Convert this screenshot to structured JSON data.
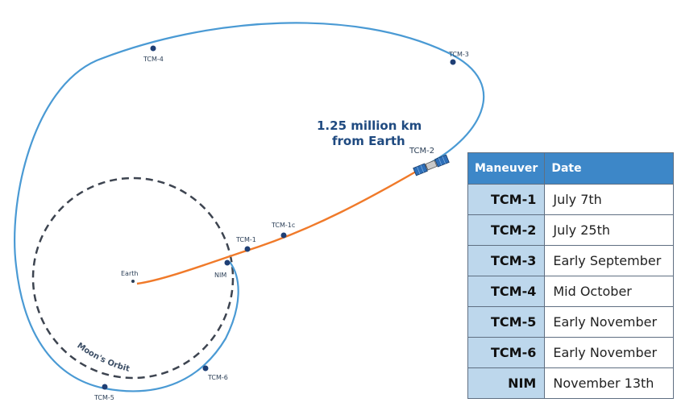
{
  "diagram": {
    "distance_label_line1": "1.25 million km",
    "distance_label_line2": "from Earth",
    "earth_label": "Earth",
    "moon_orbit_label": "Moon's Orbit",
    "points": {
      "tcm1": "TCM-1",
      "tcm1c": "TCM-1c",
      "tcm2": "TCM-2",
      "tcm3": "TCM-3",
      "tcm4": "TCM-4",
      "tcm5": "TCM-5",
      "tcm6": "TCM-6",
      "nim": "NIM"
    },
    "colors": {
      "trajectory_outbound": "#f07a2a",
      "trajectory_return": "#4a9ad4",
      "moon_orbit": "#3d4450",
      "point": "#1f3f75",
      "table_header": "#3d87c8",
      "table_name_cell": "#bdd7ec"
    }
  },
  "table": {
    "headers": {
      "maneuver": "Maneuver",
      "date": "Date"
    },
    "rows": [
      {
        "maneuver": "TCM-1",
        "date": "July 7th"
      },
      {
        "maneuver": "TCM-2",
        "date": "July 25th"
      },
      {
        "maneuver": "TCM-3",
        "date": "Early September"
      },
      {
        "maneuver": "TCM-4",
        "date": "Mid October"
      },
      {
        "maneuver": "TCM-5",
        "date": "Early November"
      },
      {
        "maneuver": "TCM-6",
        "date": "Early November"
      },
      {
        "maneuver": "NIM",
        "date": "November 13th"
      }
    ]
  }
}
